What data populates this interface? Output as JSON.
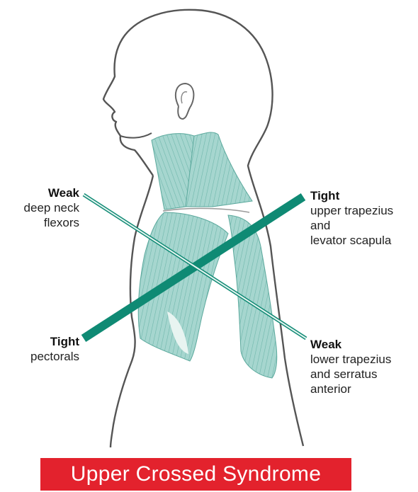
{
  "title": "Upper Crossed Syndrome",
  "labels": {
    "weak_deep_neck": {
      "status": "Weak",
      "lines": [
        "deep neck",
        "flexors"
      ]
    },
    "tight_pectorals": {
      "status": "Tight",
      "lines": [
        "pectorals"
      ]
    },
    "tight_upper_trap": {
      "status": "Tight",
      "lines": [
        "upper trapezius",
        "and",
        "levator scapula"
      ]
    },
    "weak_lower_trap": {
      "status": "Weak",
      "lines": [
        "lower trapezius",
        "and serratus",
        "anterior"
      ]
    }
  },
  "colors": {
    "muscle": "#a6d6cf",
    "muscle_stroke": "#5aa89c",
    "tight_line": "#0f8a74",
    "banner": "#e3222d",
    "outline": "#555555"
  }
}
